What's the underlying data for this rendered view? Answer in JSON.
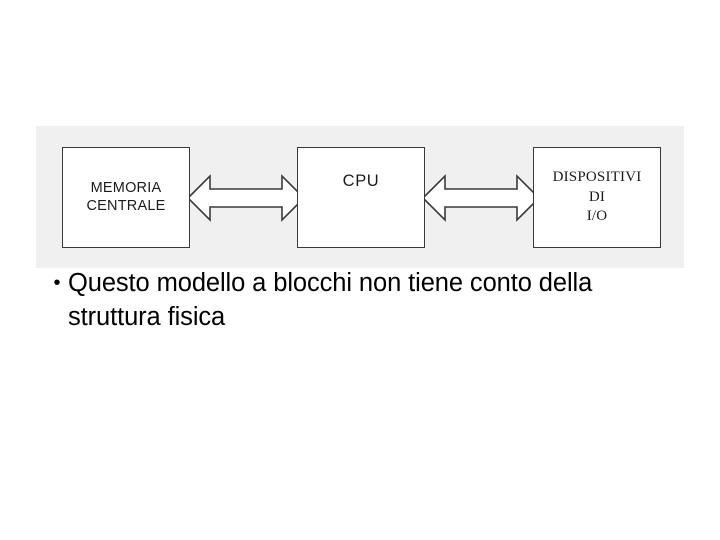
{
  "slide": {
    "background_color": "#ffffff"
  },
  "diagram": {
    "name": "computer-block-model",
    "panel_background": "#f0f0f0",
    "box_fill": "#ffffff",
    "box_border_color": "#3a3a3a",
    "blocks": [
      {
        "id": "memory",
        "label": "MEMORIA\nCENTRALE"
      },
      {
        "id": "cpu",
        "label": "CPU"
      },
      {
        "id": "io",
        "label": "DISPOSITIVI\nDI\nI/O"
      }
    ],
    "connectors": [
      {
        "id": "memory-cpu",
        "type": "double-headed-arrow"
      },
      {
        "id": "cpu-io",
        "type": "double-headed-arrow"
      }
    ]
  },
  "bullets": [
    {
      "marker": "•",
      "text": "Questo modello a blocchi non tiene conto della struttura fisica"
    }
  ]
}
